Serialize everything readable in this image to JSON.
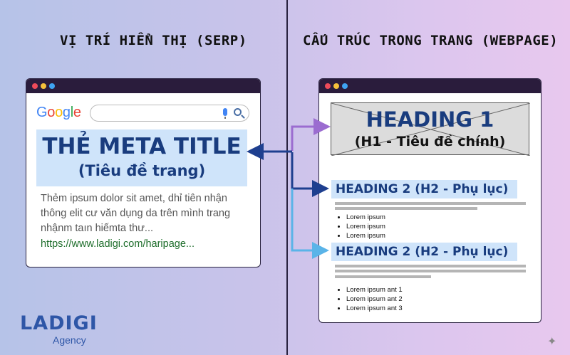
{
  "left_heading": "VỊ TRÍ HIỂN THỊ (SERP)",
  "right_heading": "CẤU TRÚC TRONG TRANG (WEBPAGE)",
  "serp": {
    "logo_letters": [
      {
        "ch": "G",
        "color": "#4285f4"
      },
      {
        "ch": "o",
        "color": "#ea4335"
      },
      {
        "ch": "o",
        "color": "#fbbc05"
      },
      {
        "ch": "g",
        "color": "#4285f4"
      },
      {
        "ch": "l",
        "color": "#34a853"
      },
      {
        "ch": "e",
        "color": "#ea4335"
      }
    ],
    "meta_title": "THẺ META TITLE",
    "meta_subtitle": "(Tiêu đề trang)",
    "snippet": "Thẻm ipsum dolor sit amet, dhỉ tiên nhận thông elit cư văn dụng da trên mình trang nhậnm taın hiếmta thư...",
    "url": "https://www.ladigi.com/haripage..."
  },
  "webpage": {
    "h1_title": "HEADING 1",
    "h1_subtitle": "(H1 - Tiêu đề chính)",
    "h2_a": "HEADING 2 (H2 - Phụ lục)",
    "list_a": [
      "Lorem ipsum",
      "Lorem ipsum",
      "Lorem ipsum"
    ],
    "h2_b": "HEADING 2 (H2 - Phụ lục)",
    "list_b": [
      "Lorem ipsum ant 1",
      "Lorem ipsum ant 2",
      "Lorem ipsum ant 3"
    ]
  },
  "brand": {
    "name": "LADIGI",
    "sub": "Agency"
  },
  "sparkle": "✦",
  "colors": {
    "arrow_purple": "#9b6cd0",
    "arrow_navy": "#1e3f8f",
    "arrow_sky": "#5ab4e8",
    "heading_blue": "#193c7e"
  }
}
